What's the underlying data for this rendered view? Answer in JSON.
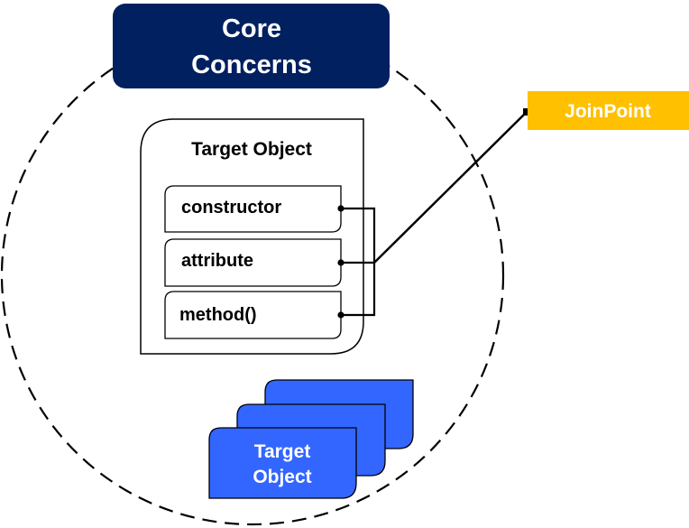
{
  "diagram": {
    "core_concerns": {
      "line1": "Core",
      "line2": "Concerns",
      "fill": "#002060"
    },
    "target_object": {
      "title": "Target Object",
      "members": [
        "constructor",
        "attribute",
        "method()"
      ]
    },
    "joinpoint": {
      "label": "JoinPoint",
      "fill": "#FFC000"
    },
    "stack": {
      "line1": "Target",
      "line2": "Object",
      "fill": "#3366FF"
    }
  }
}
